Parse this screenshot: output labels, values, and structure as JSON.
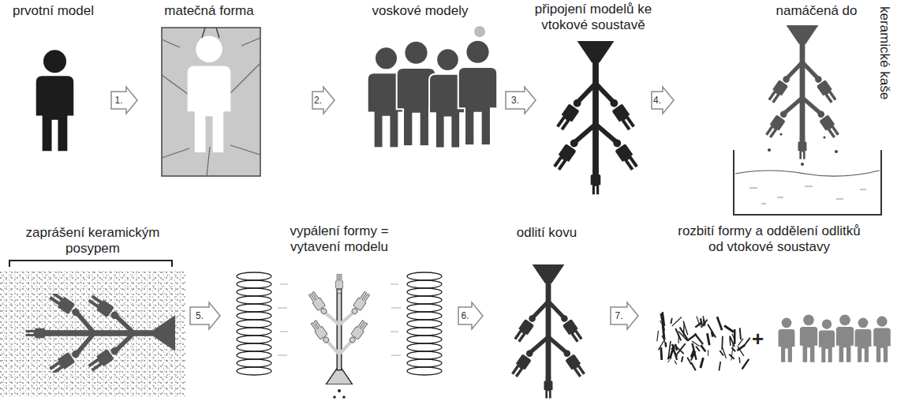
{
  "diagram": {
    "nodes": [
      {
        "text": [
          "prvotní model"
        ]
      },
      {
        "text": [
          "matečná forma"
        ]
      },
      {
        "text": [
          "voskové modely"
        ]
      },
      {
        "text": [
          "připojení modelů ke vtokové soustavě"
        ]
      },
      {
        "text": [
          "namáčená do",
          "keramické kaše"
        ]
      },
      {
        "text": [
          "zaprášení keramickým posypem"
        ]
      },
      {
        "text": [
          "vypálení formy = vytavení modelu"
        ]
      },
      {
        "text": [
          "odlití kovu"
        ]
      },
      {
        "text": [
          "rozbití formy a oddělení odlitků od vtokové soustavy"
        ]
      }
    ],
    "edges": [
      {
        "from": 0,
        "to": 1,
        "arrow": "to",
        "label": "1."
      },
      {
        "from": 1,
        "to": 2,
        "arrow": "to",
        "label": "2."
      },
      {
        "from": 2,
        "to": 3,
        "arrow": "to",
        "label": "3."
      },
      {
        "from": 3,
        "to": 4,
        "arrow": "to",
        "label": "4."
      },
      {
        "from": 5,
        "to": 6,
        "arrow": "to",
        "label": "5."
      },
      {
        "from": 6,
        "to": 7,
        "arrow": "to",
        "label": "6."
      },
      {
        "from": 7,
        "to": 8,
        "arrow": "to",
        "label": "7."
      }
    ],
    "labels": [
      "+"
    ]
  }
}
